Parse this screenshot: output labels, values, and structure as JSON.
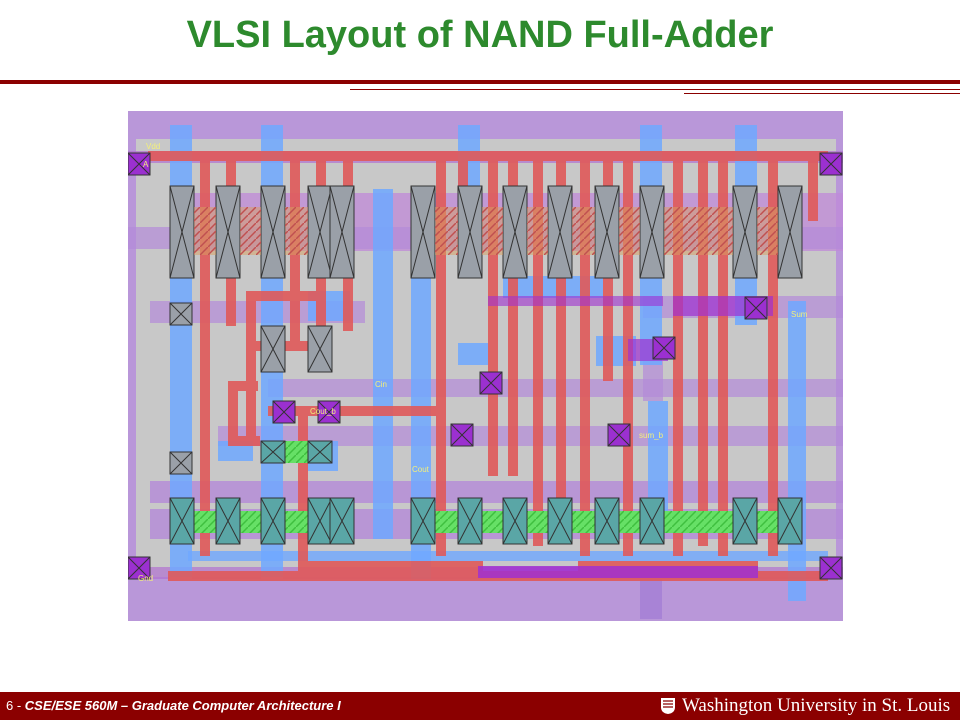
{
  "slide": {
    "title": "VLSI Layout of NAND Full-Adder"
  },
  "layout": {
    "labels": {
      "vdd": "Vdd",
      "a": "A",
      "gnd": "Gnd",
      "cin": "Cin",
      "cout_b": "Cout_b",
      "cout": "Cout",
      "sum": "Sum",
      "sum_b": "sum_b"
    },
    "colors": {
      "background": "#c8c8c8",
      "metal1": "#6fa8ff",
      "poly": "#e05a5a",
      "diffusion_ndiff": "#b37acf",
      "metal2": "#a050c8",
      "contact": "#9b30d0",
      "active_green": "#66e066",
      "gate_gray": "#9aa0a8",
      "gate_teal": "#5aa6a6",
      "label_yellow": "#f3f07a"
    }
  },
  "footer": {
    "slide_number": "6 -",
    "course": "CSE/ESE 560M – Graduate Computer Architecture I",
    "university": "Washington University in St. Louis"
  }
}
